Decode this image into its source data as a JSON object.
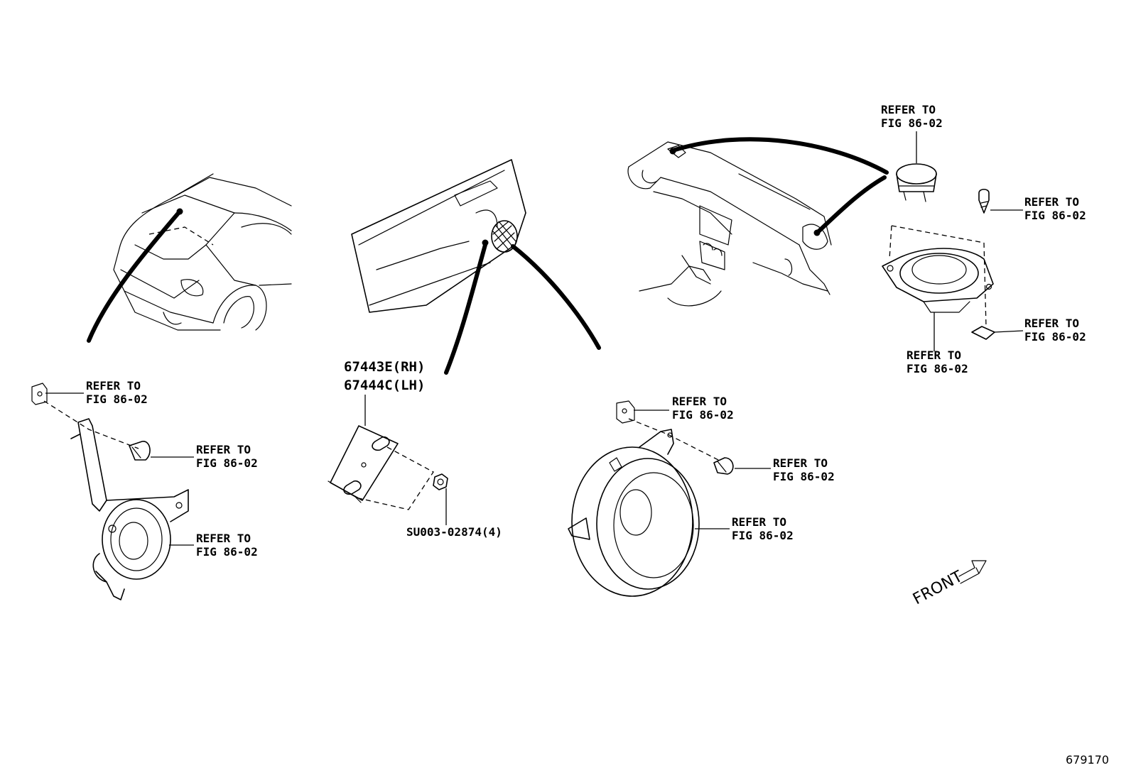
{
  "diagram": {
    "refer_line1": "REFER TO",
    "refer_line2": "FIG 86-02",
    "part_numbers": {
      "rh": "67443E(RH)",
      "lh": "67444C(LH)",
      "nut": "SU003-02874(4)"
    },
    "front_label": "FRONT",
    "doc_number": "679170"
  }
}
